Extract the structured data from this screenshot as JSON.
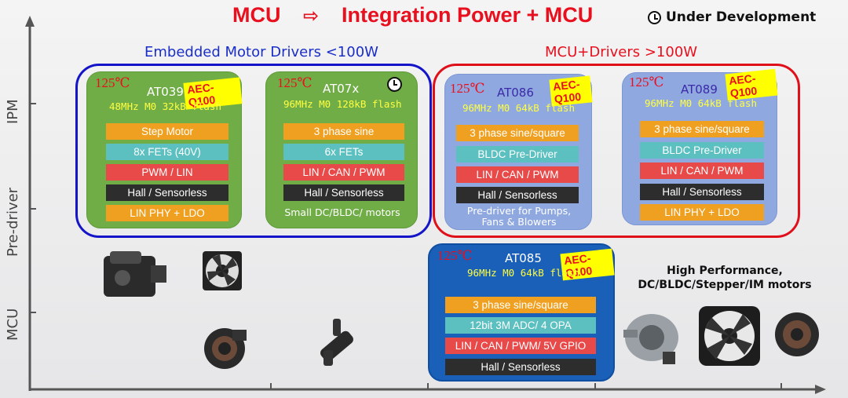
{
  "title": {
    "left": "MCU",
    "arrow": "⇨",
    "right": "Integration Power + MCU"
  },
  "legend": {
    "clock_label": "Under Development",
    "clock_icon": "clock-icon"
  },
  "axis": {
    "y_labels": [
      "MCU",
      "Pre-driver",
      "IPM"
    ]
  },
  "groups": {
    "embedded": {
      "title": "Embedded Motor Drivers <100W",
      "frame_color": "#1414c8",
      "title_color": "#1a2ec8"
    },
    "drivers": {
      "title": "MCU+Drivers >100W",
      "frame_color": "#e0101a",
      "title_color": "#e8101e"
    }
  },
  "chips": {
    "at039": {
      "temp": "125℃",
      "name": "AT039",
      "aec": "AEC-Q100",
      "spec": "48MHz M0 32kB flash",
      "features": [
        "Step Motor",
        "8x FETs (40V)",
        "PWM / LIN",
        "Hall / Sensorless",
        "LIN PHY + LDO"
      ]
    },
    "at07x": {
      "temp": "125℃",
      "name": "AT07x",
      "spec": "96MHz M0 128kB flash",
      "status_icon": "clock-icon",
      "features": [
        "3 phase sine",
        "6x FETs",
        "LIN / CAN / PWM",
        "Hall / Sensorless"
      ],
      "footer": "Small DC/BLDC/ motors"
    },
    "at086": {
      "temp": "125℃",
      "name": "AT086",
      "aec": "AEC-Q100",
      "spec": "96MHz M0 64kB flash",
      "features": [
        "3 phase sine/square",
        "BLDC Pre-Driver",
        "LIN / CAN / PWM",
        "Hall / Sensorless"
      ],
      "footer1": "Pre-driver for Pumps,",
      "footer2": "Fans & Blowers"
    },
    "at089": {
      "temp": "125℃",
      "name": "AT089",
      "aec": "AEC-Q100",
      "spec": "96MHz M0 64kB flash",
      "features": [
        "3 phase sine/square",
        "BLDC Pre-Driver",
        "LIN / CAN / PWM",
        "Hall / Sensorless",
        "LIN PHY + LDO"
      ]
    },
    "at085": {
      "temp": "125℃",
      "name": "AT085",
      "aec": "AEC-Q100",
      "spec": "96MHz M0 64kB flash",
      "features": [
        "3 phase sine/square",
        "12bit 3M ADC/ 4 OPA",
        "LIN / CAN / PWM/ 5V GPIO",
        "Hall / Sensorless"
      ]
    }
  },
  "high_perf": {
    "line1": "High Performance,",
    "line2": "DC/BLDC/Stepper/IM motors"
  },
  "images": [
    "actuator-icon",
    "fan-icon",
    "blower-icon",
    "pump-icon",
    "water-pump-icon",
    "radiator-fan-icon",
    "blower-motor-icon"
  ]
}
